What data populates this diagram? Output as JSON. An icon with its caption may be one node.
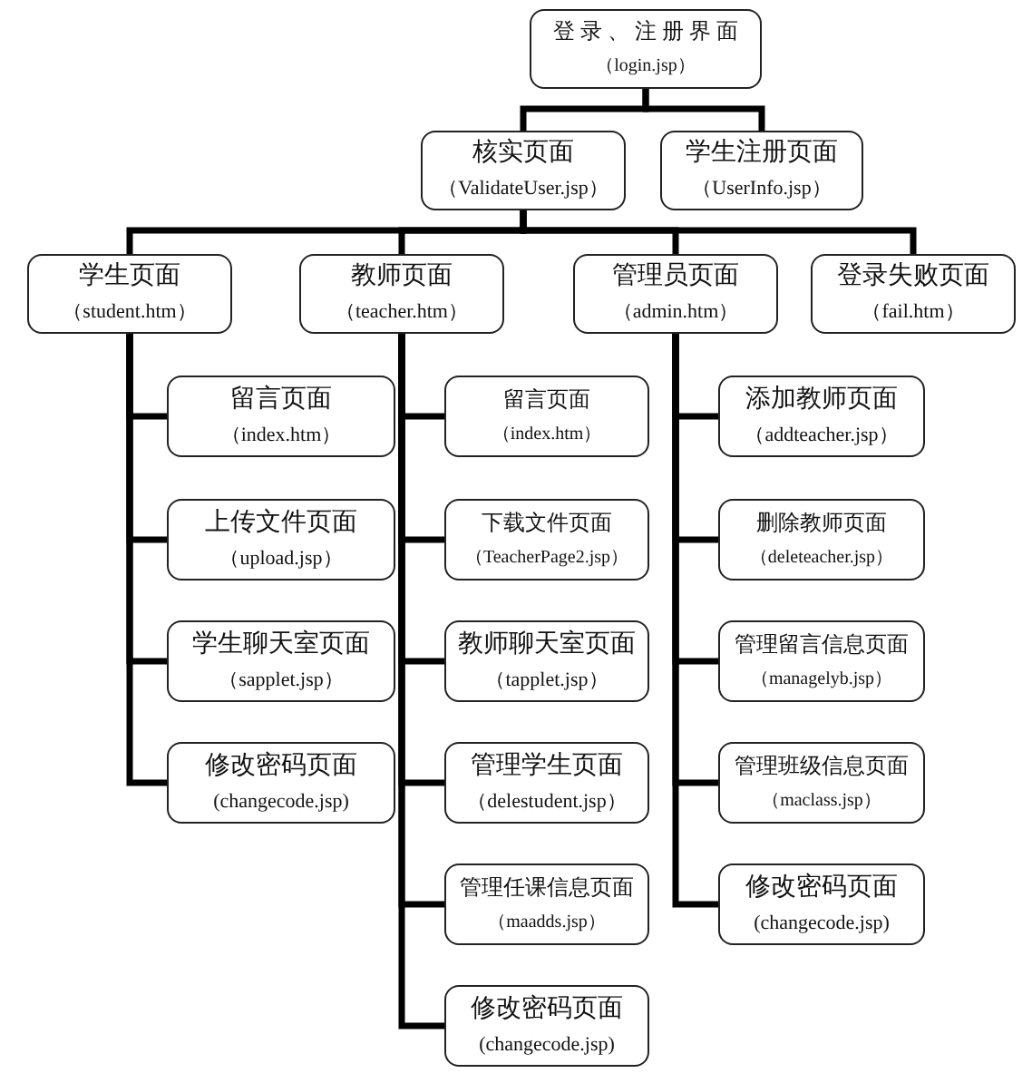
{
  "diagram": {
    "nodes": [
      {
        "text": [
          "登 录 、 注 册 界 面",
          "（login.jsp）"
        ]
      },
      {
        "text": [
          "核实页面",
          "（ValidateUser.jsp）"
        ]
      },
      {
        "text": [
          "学生注册页面",
          "（UserInfo.jsp）"
        ]
      },
      {
        "text": [
          "学生页面",
          "（student.htm）"
        ]
      },
      {
        "text": [
          "教师页面",
          "（teacher.htm）"
        ]
      },
      {
        "text": [
          "管理员页面",
          "（admin.htm）"
        ]
      },
      {
        "text": [
          "登录失败页面",
          "（fail.htm）"
        ]
      },
      {
        "text": [
          "留言页面",
          "（index.htm）"
        ]
      },
      {
        "text": [
          "上传文件页面",
          "（upload.jsp）"
        ]
      },
      {
        "text": [
          "学生聊天室页面",
          "（sapplet.jsp）"
        ]
      },
      {
        "text": [
          "修改密码页面",
          "(changecode.jsp)"
        ]
      },
      {
        "text": [
          "留言页面",
          "（index.htm）"
        ]
      },
      {
        "text": [
          "下载文件页面",
          "（TeacherPage2.jsp）"
        ]
      },
      {
        "text": [
          "教师聊天室页面",
          "（tapplet.jsp）"
        ]
      },
      {
        "text": [
          "管理学生页面",
          "（delestudent.jsp）"
        ]
      },
      {
        "text": [
          "管理任课信息页面",
          "（maadds.jsp）"
        ]
      },
      {
        "text": [
          "修改密码页面",
          "(changecode.jsp)"
        ]
      },
      {
        "text": [
          "添加教师页面",
          "（addteacher.jsp）"
        ]
      },
      {
        "text": [
          "删除教师页面",
          "（deleteacher.jsp）"
        ]
      },
      {
        "text": [
          "管理留言信息页面",
          "（managelyb.jsp）"
        ]
      },
      {
        "text": [
          "管理班级信息页面",
          "（maclass.jsp）"
        ]
      },
      {
        "text": [
          "修改密码页面",
          "(changecode.jsp)"
        ]
      }
    ],
    "edges": [
      {
        "from": 0,
        "to": 1,
        "arrow": "none"
      },
      {
        "from": 0,
        "to": 2,
        "arrow": "none"
      },
      {
        "from": 1,
        "to": 3,
        "arrow": "none"
      },
      {
        "from": 1,
        "to": 4,
        "arrow": "none"
      },
      {
        "from": 1,
        "to": 5,
        "arrow": "none"
      },
      {
        "from": 1,
        "to": 6,
        "arrow": "none"
      },
      {
        "from": 3,
        "to": 7,
        "arrow": "none"
      },
      {
        "from": 3,
        "to": 8,
        "arrow": "none"
      },
      {
        "from": 3,
        "to": 9,
        "arrow": "none"
      },
      {
        "from": 3,
        "to": 10,
        "arrow": "none"
      },
      {
        "from": 4,
        "to": 11,
        "arrow": "none"
      },
      {
        "from": 4,
        "to": 12,
        "arrow": "none"
      },
      {
        "from": 4,
        "to": 13,
        "arrow": "none"
      },
      {
        "from": 4,
        "to": 14,
        "arrow": "none"
      },
      {
        "from": 4,
        "to": 15,
        "arrow": "none"
      },
      {
        "from": 4,
        "to": 16,
        "arrow": "none"
      },
      {
        "from": 5,
        "to": 17,
        "arrow": "none"
      },
      {
        "from": 5,
        "to": 18,
        "arrow": "none"
      },
      {
        "from": 5,
        "to": 19,
        "arrow": "none"
      },
      {
        "from": 5,
        "to": 20,
        "arrow": "none"
      },
      {
        "from": 5,
        "to": 21,
        "arrow": "none"
      }
    ]
  }
}
